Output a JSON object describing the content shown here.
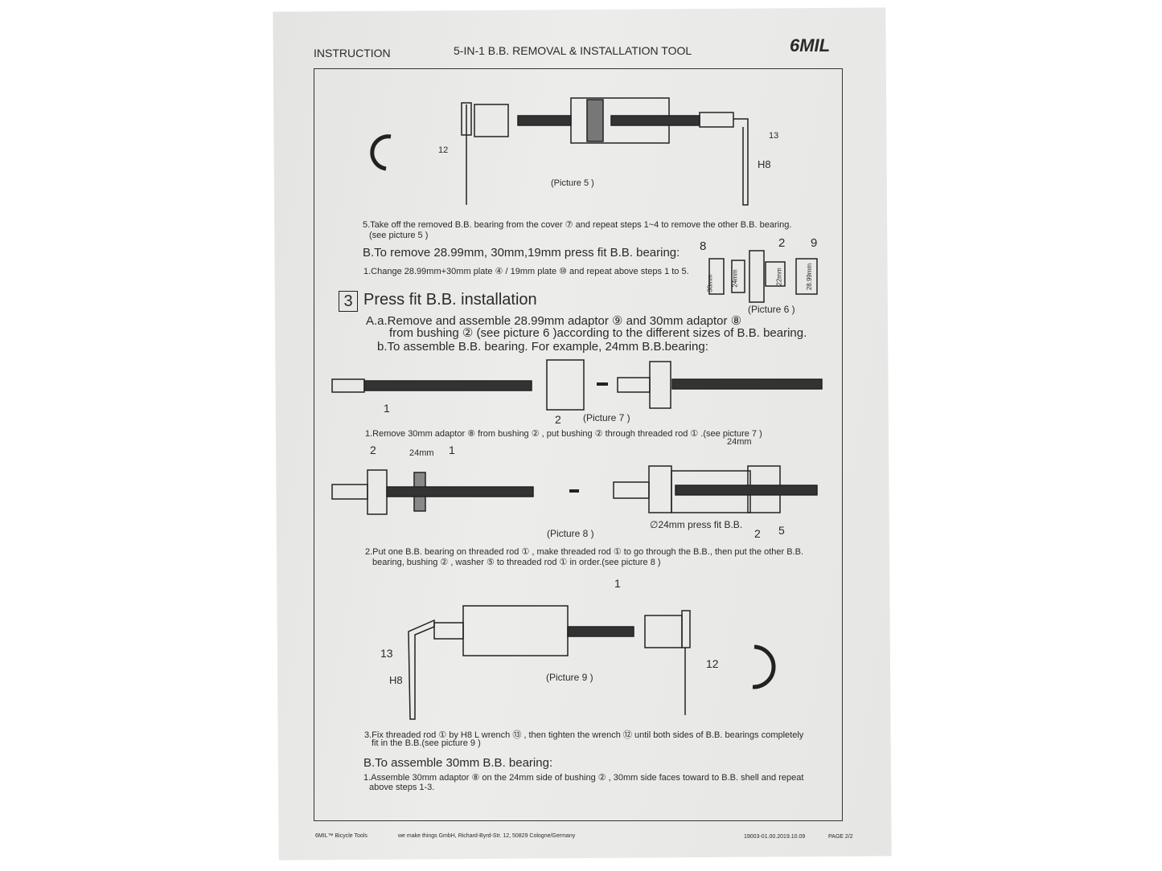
{
  "header": {
    "left": "INSTRUCTION",
    "title": "5-IN-1 B.B. REMOVAL & INSTALLATION TOOL",
    "brand": "6MIL"
  },
  "pictures": {
    "p5": "(Picture 5 )",
    "p6": "(Picture 6 )",
    "p7": "(Picture 7 )",
    "p8": "(Picture 8 )",
    "p9": "(Picture 9 )"
  },
  "labels": {
    "n12": "12",
    "n13": "13",
    "h8": "H8",
    "n8": "8",
    "n2": "2",
    "n9": "9",
    "n1": "1",
    "n5": "5",
    "mm30": "30mm",
    "mm24": "24mm",
    "mm22": "22mm",
    "mm2899": "28.99mm",
    "mm24b": "24mm",
    "mm24c": "24mm",
    "press24": "∅24mm press fit B.B."
  },
  "text": {
    "step5a": "5.Take off the removed B.B. bearing from the cover ⑦ and repeat steps 1~4 to remove the other B.B. bearing.",
    "step5b": "(see picture 5 )",
    "b_heading": "B.To remove 28.99mm, 30mm,19mm press fit B.B. bearing:",
    "b_step1": "1.Change 28.99mm+30mm plate ④ / 19mm plate ⑩ and repeat above steps 1 to 5.",
    "section_num": "3",
    "section_title": "Press fit B.B. installation",
    "aa1": "A.a.Remove and assemble 28.99mm adaptor ⑨ and 30mm adaptor ⑧",
    "aa2": "from bushing ② (see picture 6 )according to the different sizes of B.B. bearing.",
    "ab": "b.To assemble B.B. bearing. For example, 24mm B.B.bearing:",
    "s1": "1.Remove 30mm adaptor ⑧ from bushing ② , put bushing ② through threaded rod ① .(see picture 7 )",
    "s2a": "2.Put one B.B. bearing on threaded rod ① , make threaded rod ① to go through the B.B., then put the other B.B.",
    "s2b": "bearing, bushing ② , washer ⑤ to threaded rod ① in order.(see picture 8 )",
    "s3a": "3.Fix threaded rod ① by H8 L wrench ⑬ , then tighten the wrench ⑫ until both sides of B.B. bearings completely",
    "s3b": "fit in the B.B.(see picture 9 )",
    "b2_heading": "B.To assemble 30mm B.B. bearing:",
    "b2_a": "1.Assemble 30mm adaptor ⑧ on the 24mm side of bushing ② , 30mm side faces toward to B.B. shell and repeat",
    "b2_b": "above steps 1-3."
  },
  "footer": {
    "brand": "6MIL™ Bicycle Tools",
    "address": "we make things GmbH, Richard-Byrd-Str. 12, 50829 Cologne/Germany",
    "doc_id": "19003-01.00.2019.10.09",
    "page": "PAGE 2/2"
  }
}
